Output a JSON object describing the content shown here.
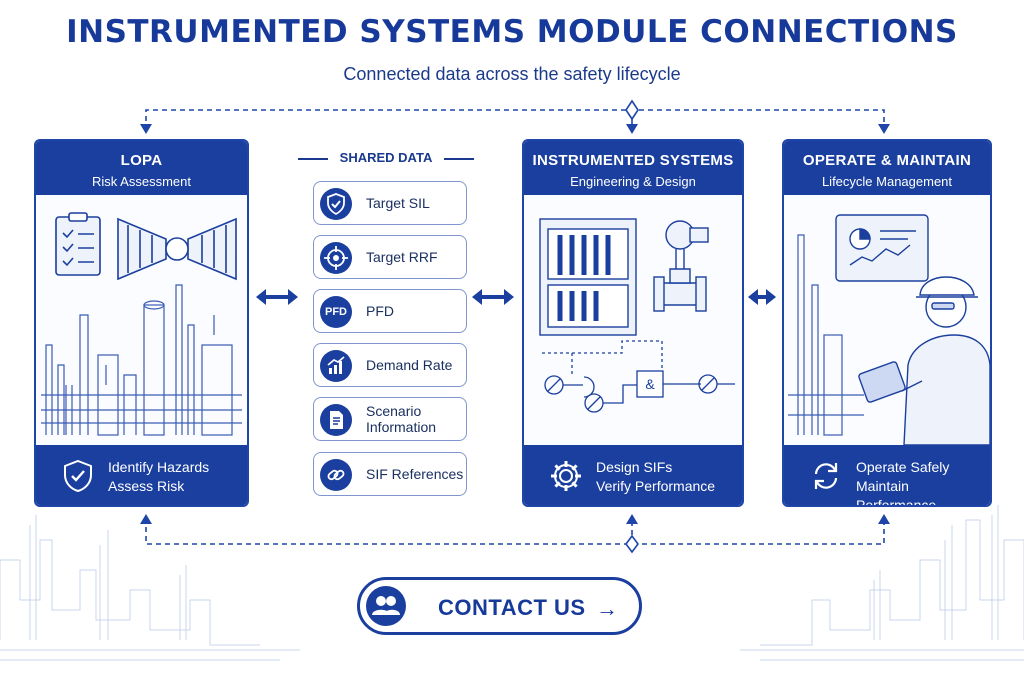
{
  "header": {
    "title": "INSTRUMENTED SYSTEMS MODULE CONNECTIONS",
    "subtitle": "Connected data across the safety lifecycle"
  },
  "panels": [
    {
      "title": "LOPA",
      "subtitle": "Risk Assessment",
      "footer": [
        "Identify Hazards",
        "Assess Risk"
      ],
      "footer_icon": "shield-check-icon"
    },
    {
      "title": "INSTRUMENTED SYSTEMS",
      "subtitle": "Engineering & Design",
      "footer": [
        "Design SIFs",
        "Verify Performance"
      ],
      "footer_icon": "gear-icon",
      "logic_symbol": "&"
    },
    {
      "title": "OPERATE & MAINTAIN",
      "subtitle": "Lifecycle Management",
      "footer": [
        "Operate Safely",
        "Maintain Performance"
      ],
      "footer_icon": "refresh-icon"
    }
  ],
  "shared_data": {
    "label": "SHARED DATA",
    "items": [
      {
        "label": "Target SIL",
        "icon": "shield-check-icon"
      },
      {
        "label": "Target RRF",
        "icon": "target-icon"
      },
      {
        "label": "PFD",
        "icon": "pfd-badge",
        "badge": "PFD"
      },
      {
        "label": "Demand Rate",
        "icon": "bar-chart-icon"
      },
      {
        "label": "Scenario Information",
        "label_lines": [
          "Scenario",
          "Information"
        ],
        "icon": "document-icon"
      },
      {
        "label": "SIF References",
        "icon": "link-icon"
      }
    ]
  },
  "cta": {
    "label": "CONTACT US",
    "arrow": "→",
    "icon": "users-icon"
  },
  "colors": {
    "primary": "#1a3f9e",
    "title": "#16399a",
    "line": "#7f96cf"
  }
}
